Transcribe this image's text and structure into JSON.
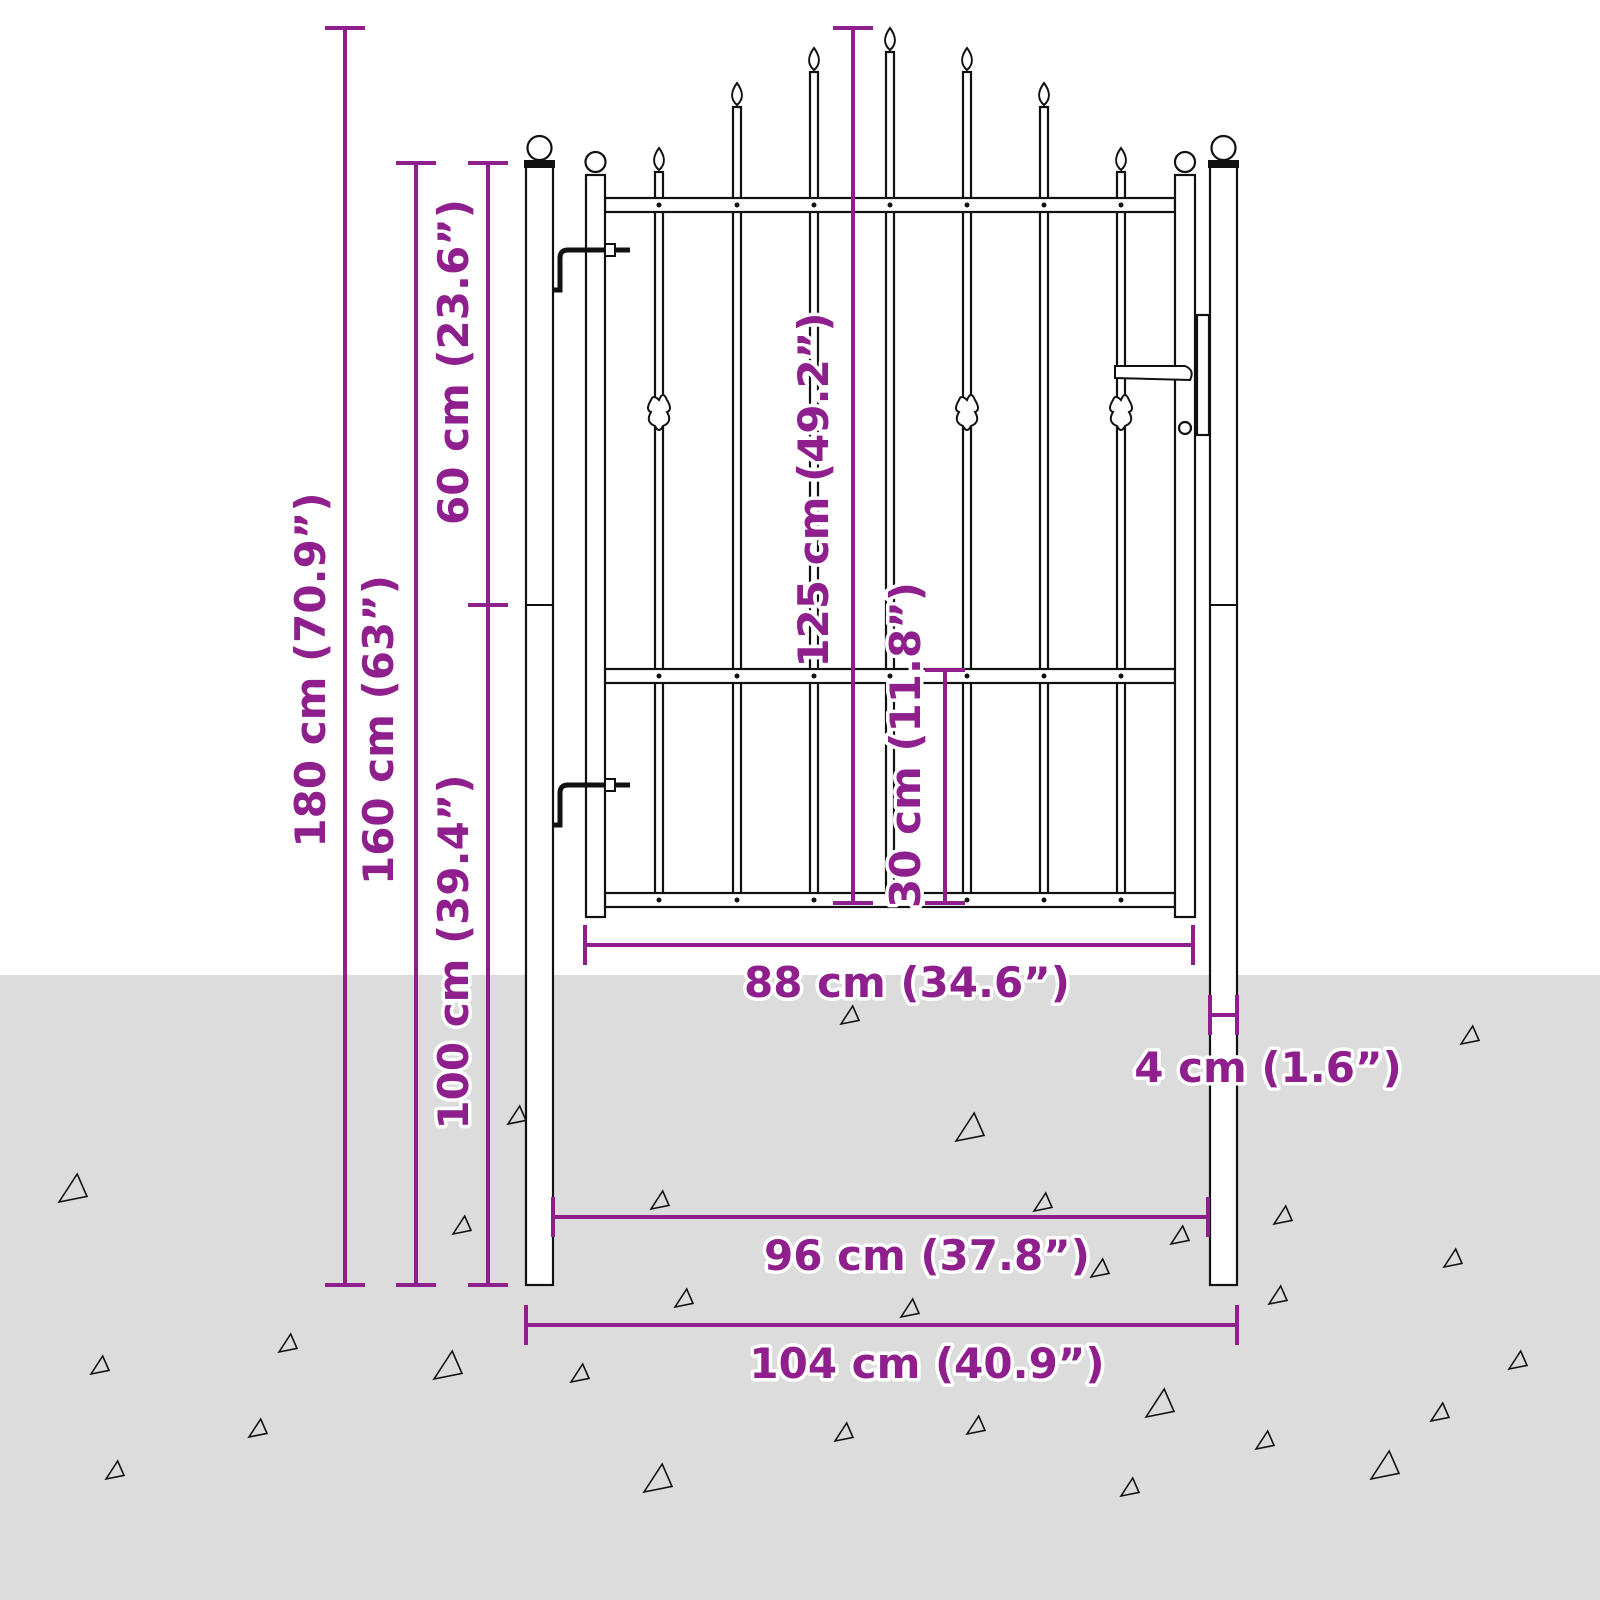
{
  "colors": {
    "dimension": "#8e1f8c",
    "ground": "#dcdcdc",
    "outline": "#111111"
  },
  "dimensions": {
    "total_height": "180 cm (70.9”)",
    "gate_height": "160 cm (63”)",
    "upper_height": "60 cm (23.6”)",
    "lower_height": "100 cm (39.4”)",
    "center_picket_height": "125 cm (49.2”)",
    "rail_spacing": "30 cm (11.8”)",
    "gate_width": "88 cm (34.6”)",
    "post_width": "4 cm (1.6”)",
    "inner_width": "96 cm (37.8”)",
    "outer_width": "104 cm (40.9”)"
  }
}
